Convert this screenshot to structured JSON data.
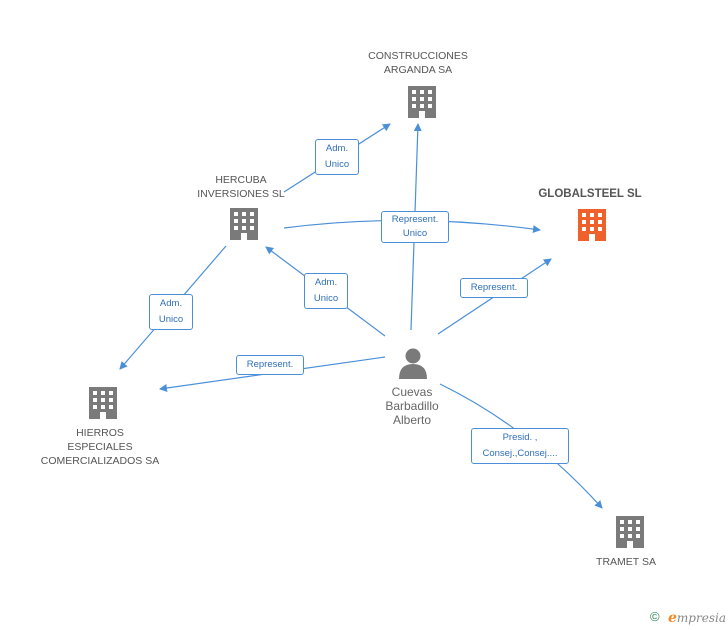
{
  "colors": {
    "edge": "#4a8fd8",
    "building": "#7a7a7a",
    "building_main": "#f0602a",
    "person": "#7a7a7a"
  },
  "nodes": {
    "construcciones": {
      "name_line1": "CONSTRUCCIONES",
      "name_line2": "ARGANDA SA",
      "icon": "building-icon"
    },
    "hercuba": {
      "name_line1": "HERCUBA",
      "name_line2": "INVERSIONES SL",
      "icon": "building-icon"
    },
    "globalsteel": {
      "name": "GLOBALSTEEL SL",
      "icon": "building-icon"
    },
    "hierros": {
      "name_line1": "HIERROS",
      "name_line2": "ESPECIALES",
      "name_line3": "COMERCIALIZADOS SA",
      "icon": "building-icon"
    },
    "tramet": {
      "name": "TRAMET SA",
      "icon": "building-icon"
    },
    "person": {
      "name_line1": "Cuevas",
      "name_line2": "Barbadillo",
      "name_line3": "Alberto",
      "icon": "person-icon"
    }
  },
  "edges": {
    "hercuba_construcciones": {
      "line1": "Adm.",
      "line2": "Unico"
    },
    "hercuba_globalsteel": {
      "line1": "Represent.",
      "line2": "Unico"
    },
    "person_hercuba": {
      "line1": "Adm.",
      "line2": "Unico"
    },
    "hercuba_hierros": {
      "line1": "Adm.",
      "line2": "Unico"
    },
    "person_globalsteel": {
      "line1": "Represent."
    },
    "person_hierros": {
      "line1": "Represent."
    },
    "person_tramet": {
      "line1": "Presid. ,",
      "line2": "Consej.,Consej...."
    }
  },
  "footer": {
    "copyright": "©",
    "brand_initial": "e",
    "brand_rest": "mpresia"
  }
}
